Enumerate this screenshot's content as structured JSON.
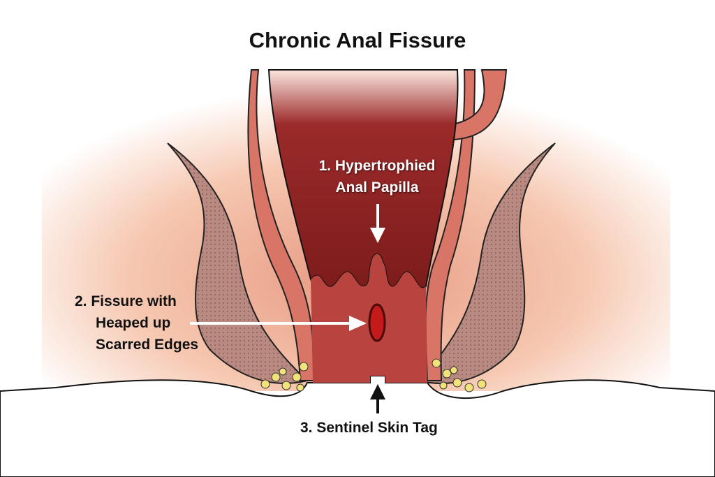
{
  "title": "Chronic Anal Fissure",
  "labels": {
    "papilla": [
      "1. Hypertrophied",
      "Anal Papilla"
    ],
    "fissure": [
      "2. Fissure with",
      "Heaped up",
      "Scarred Edges"
    ],
    "skin_tag": "3. Sentinel Skin Tag"
  },
  "colors": {
    "skin": "#f4b9a0",
    "lumen": "#9b2a2a",
    "canal": "#b9443f",
    "muscle": "#b9817a",
    "fat": "#f2e27a"
  }
}
